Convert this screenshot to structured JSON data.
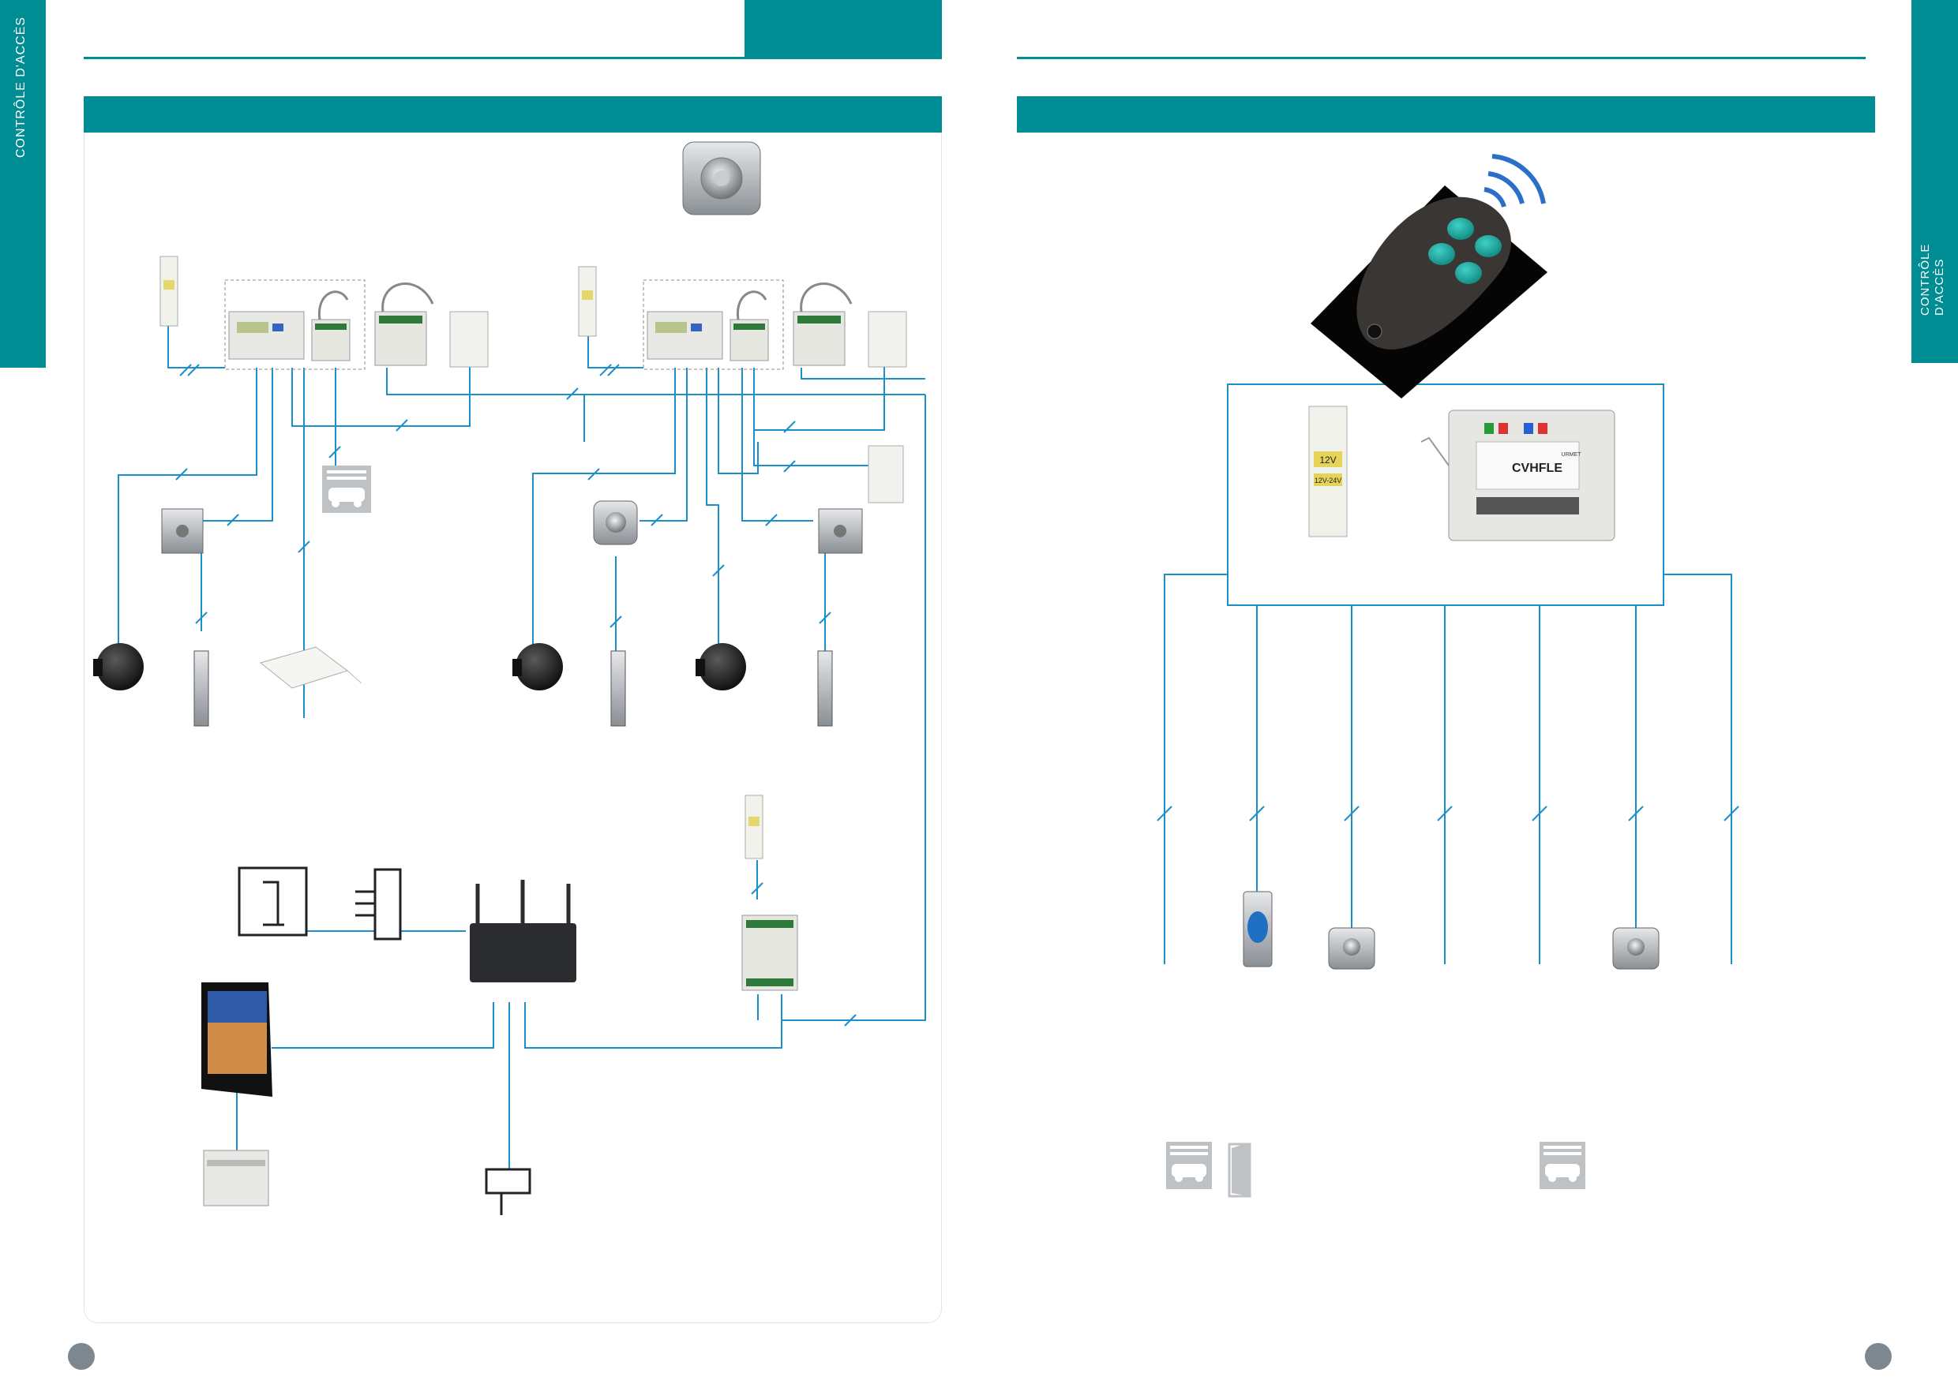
{
  "side_tabs": {
    "left": "CONTRÔLE D'ACCÈS",
    "right_line1": "CONTRÔLE",
    "right_line2": "D'ACCÈS"
  },
  "devices": {
    "psu_label": "12V",
    "psu_sublabel": "12V-24V",
    "receiver_label": "CVHFLE",
    "brand": "URMET"
  },
  "colors": {
    "teal": "#008c93",
    "wire": "#1a8fc9",
    "grey_page_circle": "#7d8790"
  }
}
